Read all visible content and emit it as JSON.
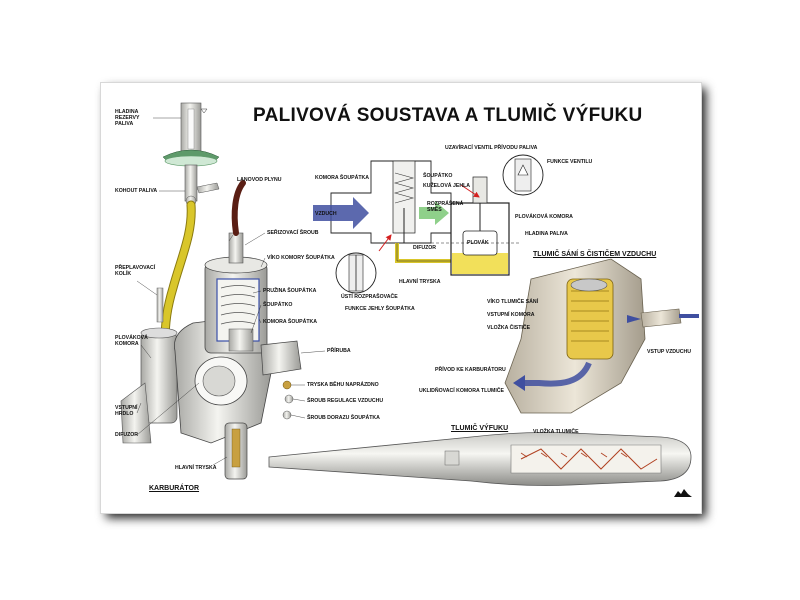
{
  "poster": {
    "title": "PALIVOVÁ SOUSTAVA A TLUMIČ VÝFUKU",
    "sections": {
      "carburetor": "KARBURÁTOR",
      "air_intake_silencer": "TLUMIČ SÁNÍ S ČISTIČEM VZDUCHU",
      "exhaust_silencer": "TLUMIČ VÝFUKU"
    },
    "carburetor_labels": {
      "hladina_rezervy": "HLADINA REZERVY PALIVA",
      "kohout_paliva": "KOHOUT PALIVA",
      "preplavovaci_kolik": "PŘEPLAVOVACÍ KOLÍK",
      "plovakova_komora": "PLOVÁKOVÁ KOMORA",
      "vstupni_hrdlo": "VSTUPNÍ HRDLO",
      "difuzor": "DIFUZOR",
      "hlavni_tryska": "HLAVNÍ TRYSKA",
      "lanovod_plynu": "LANOVOD PLYNU",
      "serizovaci_sroub": "SEŘIZOVACÍ ŠROUB",
      "viko_komory": "VÍKO KOMORY ŠOUPÁTKA",
      "pruzina_soupatka": "PRUŽINA ŠOUPÁTKA",
      "soupatko": "ŠOUPÁTKO",
      "komora_soupatka": "KOMORA ŠOUPÁTKA",
      "priruba": "PŘÍRUBA",
      "tryska_behu": "TRYSKA BĚHU NAPRÁZDNO",
      "sroub_regulace": "ŠROUB REGULACE VZDUCHU",
      "sroub_dorazu": "ŠROUB DORAZU ŠOUPÁTKA"
    },
    "schematic_labels": {
      "komora_soupatka": "KOMORA ŠOUPÁTKA",
      "soupatko": "ŠOUPÁTKO",
      "kuzelova_jehla": "KUŽELOVÁ JEHLA",
      "rozprasena_smes": "ROZPRÁŠENÁ SMĚS",
      "vzduch": "VZDUCH",
      "difuzor": "DIFUZOR",
      "hlavni_tryska": "HLAVNÍ TRYSKA",
      "usti_rozprasovace": "ÚSTÍ ROZPRAŠOVAČE",
      "funkce_jehly": "FUNKCE JEHLY ŠOUPÁTKA",
      "uzaviraci_ventil": "UZAVÍRACÍ VENTIL PŘÍVODU PALIVA",
      "funkce_ventilu": "FUNKCE VENTILU",
      "plovakova_komora": "PLOVÁKOVÁ KOMORA",
      "plovak": "PLOVÁK",
      "hladina_paliva": "HLADINA PALIVA"
    },
    "intake_labels": {
      "viko_tlumice": "VÍKO TLUMIČE SÁNÍ",
      "vstupni_komora": "VSTUPNÍ KOMORA",
      "vlozka_cistice": "VLOŽKA ČISTIČE",
      "vstup_vzduchu": "VSTUP VZDUCHU",
      "privod_ke_karburatoru": "PŘÍVOD KE KARBURÁTORU",
      "uklidnovaci_komora": "UKLIDŇOVACÍ KOMORA TLUMIČE"
    },
    "exhaust_labels": {
      "vlozka_tlumice": "VLOŽKA TLUMIČE"
    },
    "colors": {
      "fuel": "#f2e05a",
      "fuel_pipe": "#d9c62a",
      "air_arrow": "#3f4fa0",
      "mixture_arrow": "#8fd08a",
      "valve_arrow": "#d42020",
      "metal": "#e4e4e0",
      "filter": "#e8c84a",
      "intake_body": "#d8d0b8"
    },
    "icons": {
      "publisher": "publisher-logo-icon"
    }
  }
}
